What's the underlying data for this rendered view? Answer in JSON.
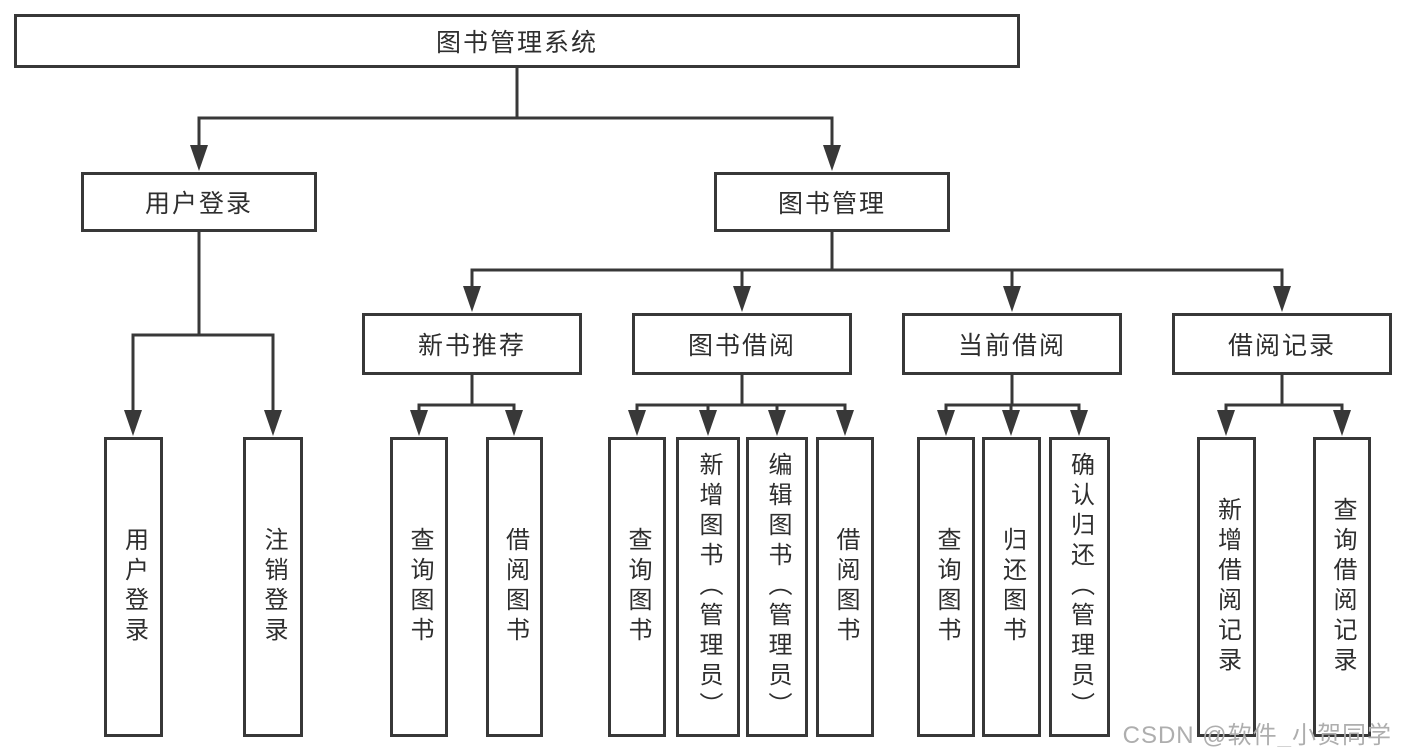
{
  "diagram": {
    "root": {
      "label": "图书管理系统"
    },
    "level2": [
      {
        "label": "用户登录"
      },
      {
        "label": "图书管理"
      }
    ],
    "level3": [
      {
        "label": "新书推荐"
      },
      {
        "label": "图书借阅"
      },
      {
        "label": "当前借阅"
      },
      {
        "label": "借阅记录"
      }
    ],
    "leaves": {
      "user_login": [
        {
          "label": "用户登录"
        },
        {
          "label": "注销登录"
        }
      ],
      "new_book": [
        {
          "label": "查询图书"
        },
        {
          "label": "借阅图书"
        }
      ],
      "book_borrow": [
        {
          "label": "查询图书"
        },
        {
          "label": "新增图书（管理员）"
        },
        {
          "label": "编辑图书（管理员）"
        },
        {
          "label": "借阅图书"
        }
      ],
      "current_borrow": [
        {
          "label": "查询图书"
        },
        {
          "label": "归还图书"
        },
        {
          "label": "确认归还（管理员）"
        }
      ],
      "borrow_records": [
        {
          "label": "新增借阅记录"
        },
        {
          "label": "查询借阅记录"
        }
      ]
    },
    "colors": {
      "line": "#383838",
      "text": "#2e2e2e",
      "watermark": "#aeaeae",
      "background": "#ffffff"
    }
  },
  "watermark": {
    "text": "CSDN @软件_小贺同学"
  }
}
